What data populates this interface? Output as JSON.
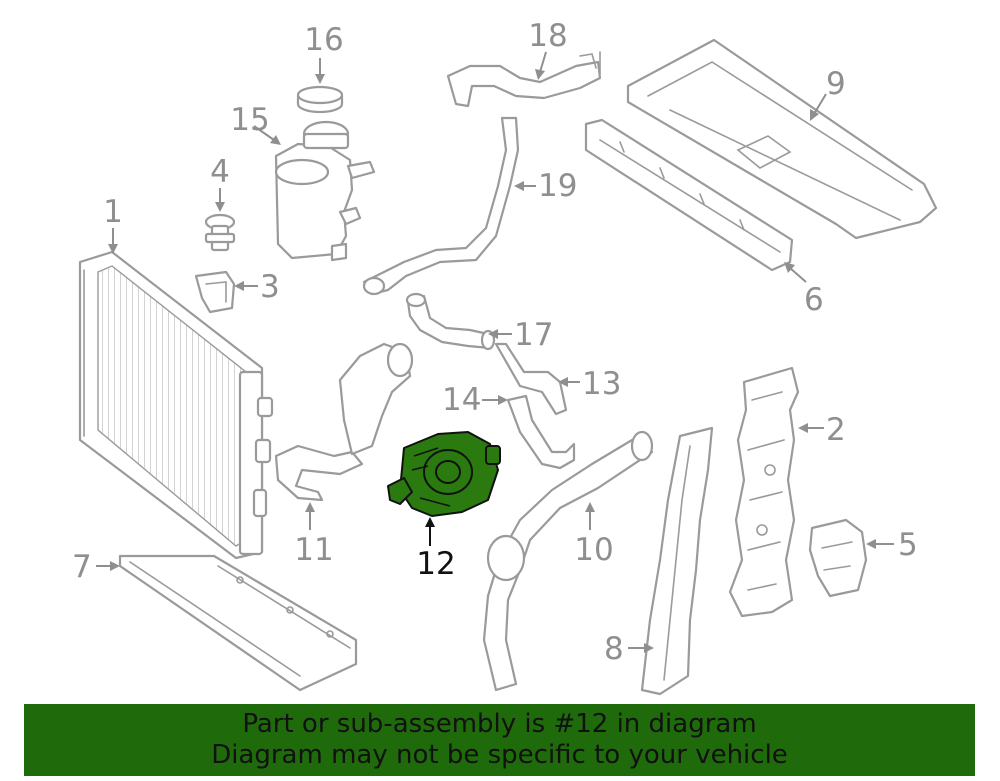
{
  "callouts": {
    "c1": "1",
    "c2": "2",
    "c3": "3",
    "c4": "4",
    "c5": "5",
    "c6": "6",
    "c7": "7",
    "c8": "8",
    "c9": "9",
    "c10": "10",
    "c11": "11",
    "c12": "12",
    "c13": "13",
    "c14": "14",
    "c15": "15",
    "c16": "16",
    "c17": "17",
    "c18": "18",
    "c19": "19"
  },
  "highlight": {
    "part_number": "12",
    "part_color": "#2a7a10"
  },
  "banner": {
    "line1": "Part or sub-assembly is #12 in diagram",
    "line2": "Diagram may not be specific to your vehicle",
    "background": "#1f6b0c"
  },
  "colors": {
    "line_art": "#9a9a9a",
    "highlight_text": "#111111"
  }
}
